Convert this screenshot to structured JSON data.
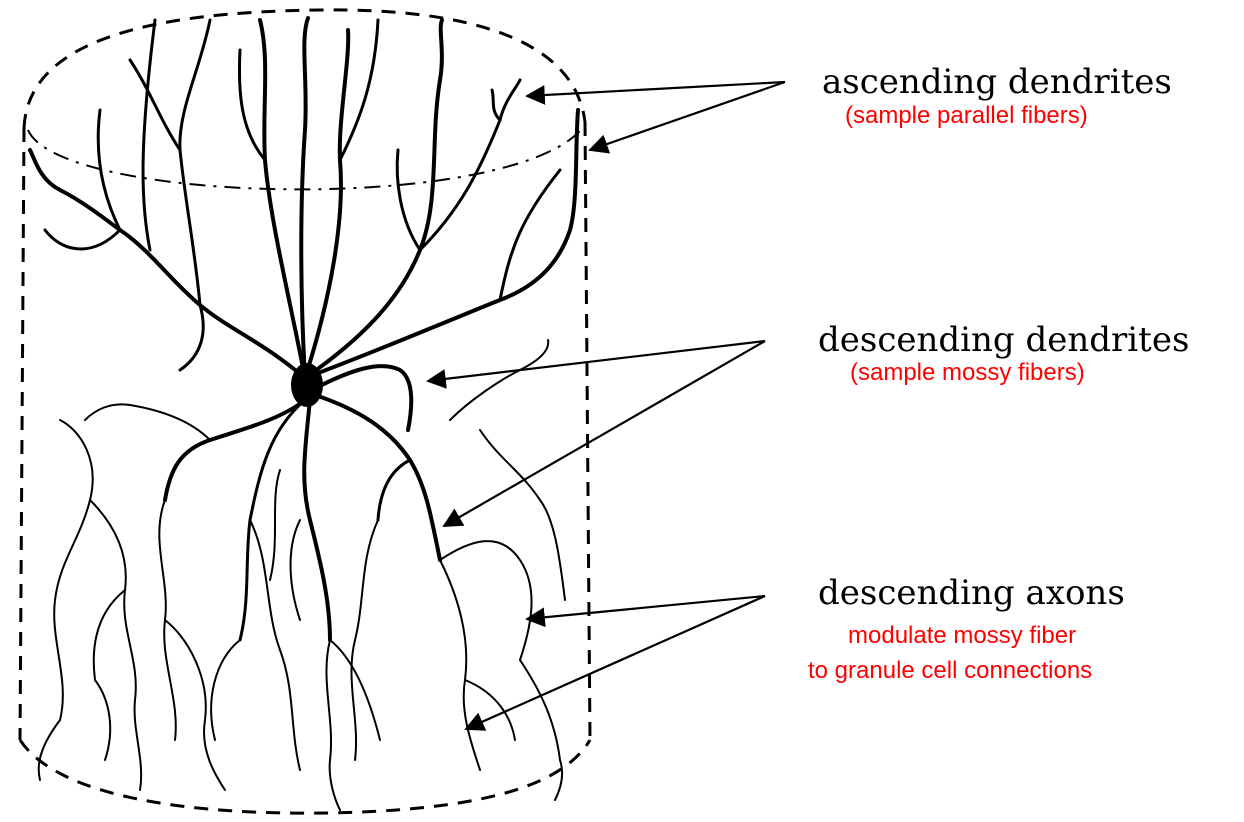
{
  "labels": {
    "ascending": {
      "title": "ascending dendrites",
      "note": "(sample parallel fibers)"
    },
    "descending_dendrites": {
      "title": "descending dendrites",
      "note": "(sample mossy fibers)"
    },
    "descending_axons": {
      "title": "descending axons",
      "note_line1": "modulate mossy fiber",
      "note_line2": "to granule cell connections"
    }
  },
  "colors": {
    "drawing": "#000000",
    "annotation": "#ff0000",
    "background": "#ffffff"
  }
}
